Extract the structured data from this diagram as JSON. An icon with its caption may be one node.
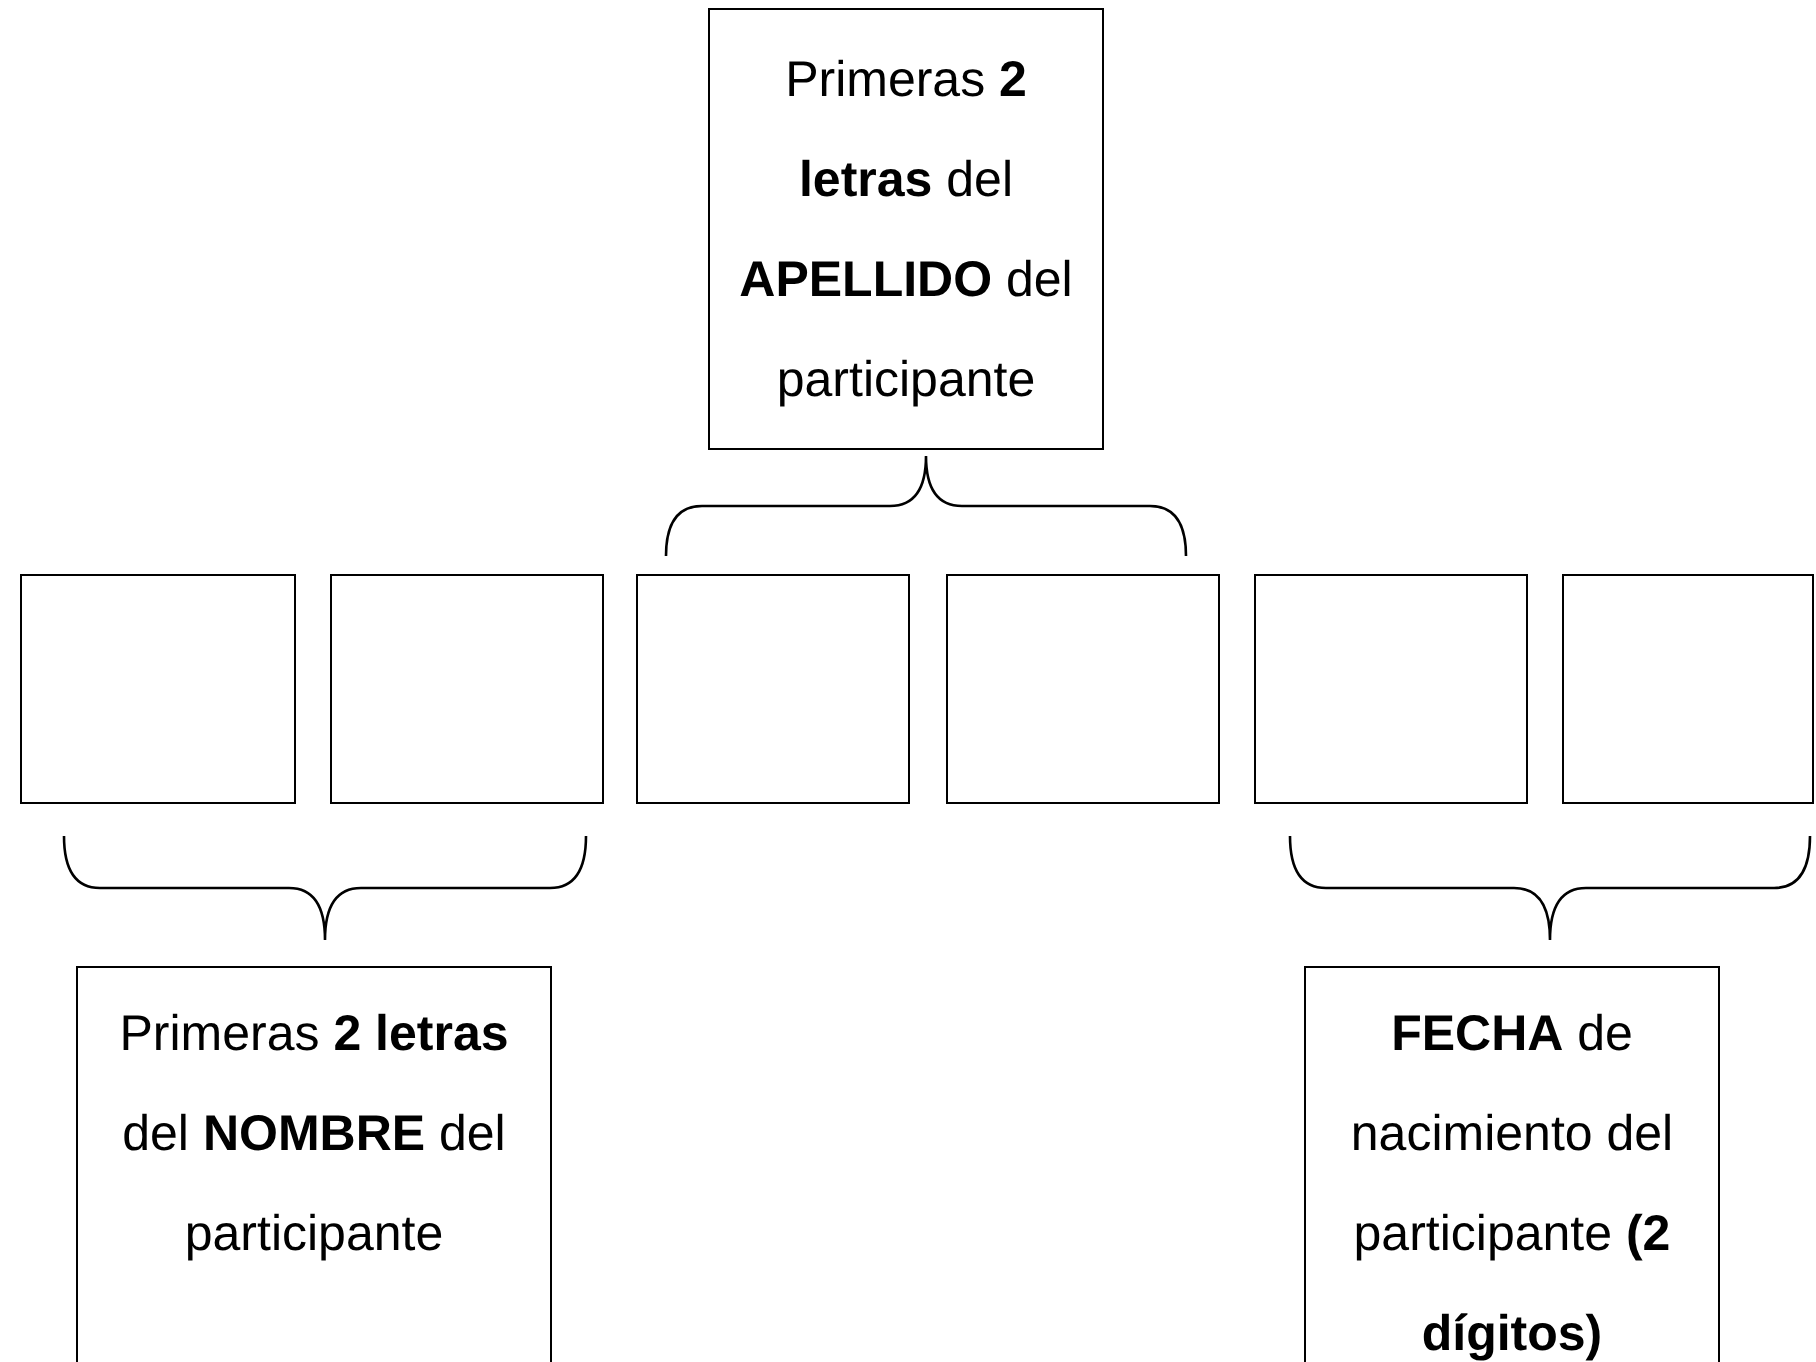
{
  "diagram": {
    "nodes": [
      {
        "text": [
          "Primeras **2 letras** del **APELLIDO** del participante"
        ]
      },
      {
        "text": [],
        "shape": "box"
      },
      {
        "text": [],
        "shape": "box"
      },
      {
        "text": [],
        "shape": "box"
      },
      {
        "text": [],
        "shape": "box"
      },
      {
        "text": [],
        "shape": "box"
      },
      {
        "text": [],
        "shape": "box"
      },
      {
        "text": [
          "Primeras **2 letras** del **NOMBRE** del participante"
        ]
      },
      {
        "text": [
          "**FECHA** de nacimiento del participante **(2 dígitos)**"
        ]
      }
    ]
  }
}
